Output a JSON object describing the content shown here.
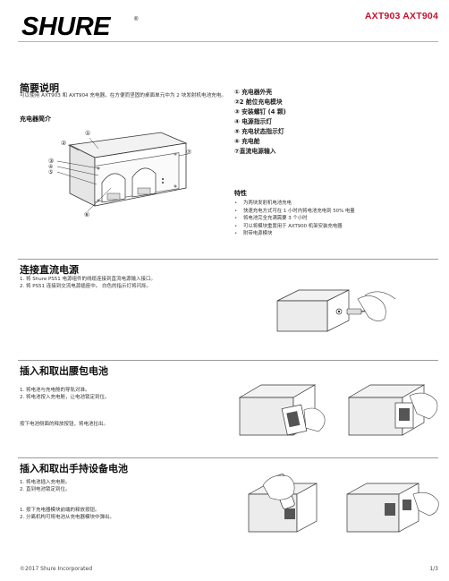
{
  "header": {
    "brand": "SHURE",
    "model": "AXT903 AXT904"
  },
  "overview": {
    "title": "简要说明",
    "description": "可以使用 AXT903 和 AXT904 充电器，在方便而坚固的桌面单元中为 2 块发射机电池充电。",
    "charger_heading": "充电器简介",
    "callouts": [
      "①",
      "②",
      "③",
      "④",
      "⑤",
      "⑥",
      "⑦"
    ]
  },
  "components": [
    "① 充电器外壳",
    "②2 舱位充电模块",
    "③ 安装螺钉 (4 颗)",
    "④ 电源指示灯",
    "⑤ 充电状态指示灯",
    "⑥ 充电舱",
    "⑦直流电源输入"
  ],
  "features": {
    "title": "特性",
    "items": [
      "为两块发射机电池充电",
      "快速充电方式可在 1 小时内将电池充电到 50% 电量",
      "将电池完全充满需要 3 个小时",
      "可以将模块重置用于 AXT900 机架安装充电器",
      "附带电源模块"
    ]
  },
  "dc_section": {
    "title": "连接直流电源",
    "steps": [
      "1.  将 Shure PS51 电源组件的线缆连接到直流电源输入接口。",
      "2.  将 PS51 连接到交流电源插座中。 白色的指示灯将闪烁。"
    ]
  },
  "bodypack_section": {
    "title": "插入和取出腰包电池",
    "steps": [
      "1.  将电池与充电舱的导轨对准。",
      "2.  将电池按入充电舱，让电池锁定到位。"
    ],
    "note": "按下电池侧面的释放按钮，将电池拉出。"
  },
  "handheld_section": {
    "title": "插入和取出手持设备电池",
    "insert_steps": [
      "1.  将电池插入充电舱。",
      "2.  直到电池锁定到位。"
    ],
    "remove_steps": [
      "1.  按下充电器模块前端的释放按钮。",
      "2.  分离机构可将电池从充电器模块中弹出。"
    ]
  },
  "footer": {
    "copyright": "©2017 Shure Incorporated",
    "page": "1/3"
  }
}
